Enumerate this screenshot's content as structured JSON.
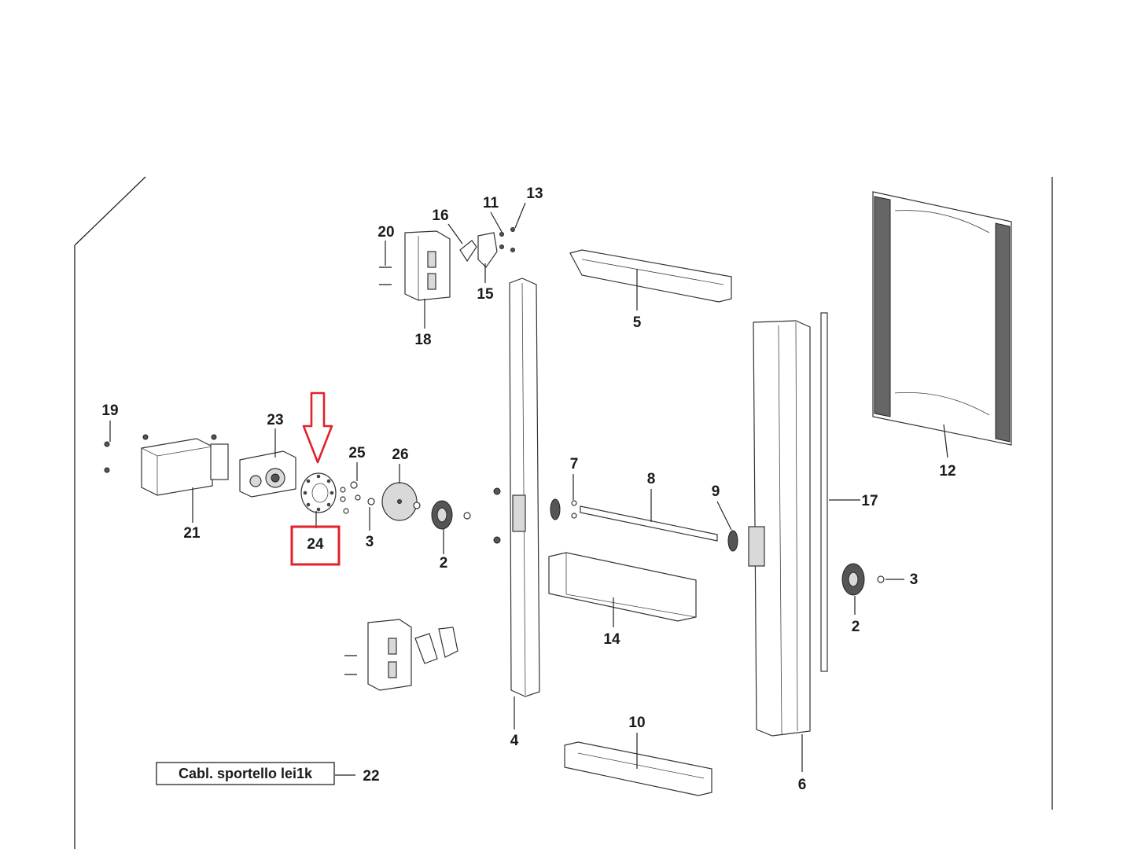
{
  "diagram": {
    "callouts": {
      "c2a": "2",
      "c2b": "2",
      "c3a": "3",
      "c3b": "3",
      "c4": "4",
      "c5": "5",
      "c6": "6",
      "c7": "7",
      "c8": "8",
      "c9": "9",
      "c10": "10",
      "c11": "11",
      "c12": "12",
      "c13": "13",
      "c14": "14",
      "c15": "15",
      "c16": "16",
      "c17": "17",
      "c18": "18",
      "c19": "19",
      "c20": "20",
      "c21": "21",
      "c22": "22",
      "c23": "23",
      "c24": "24",
      "c25": "25",
      "c26": "26"
    },
    "wiring_box_label": "Cabl. sportello lei1k",
    "highlight_color": "#e0222a"
  }
}
